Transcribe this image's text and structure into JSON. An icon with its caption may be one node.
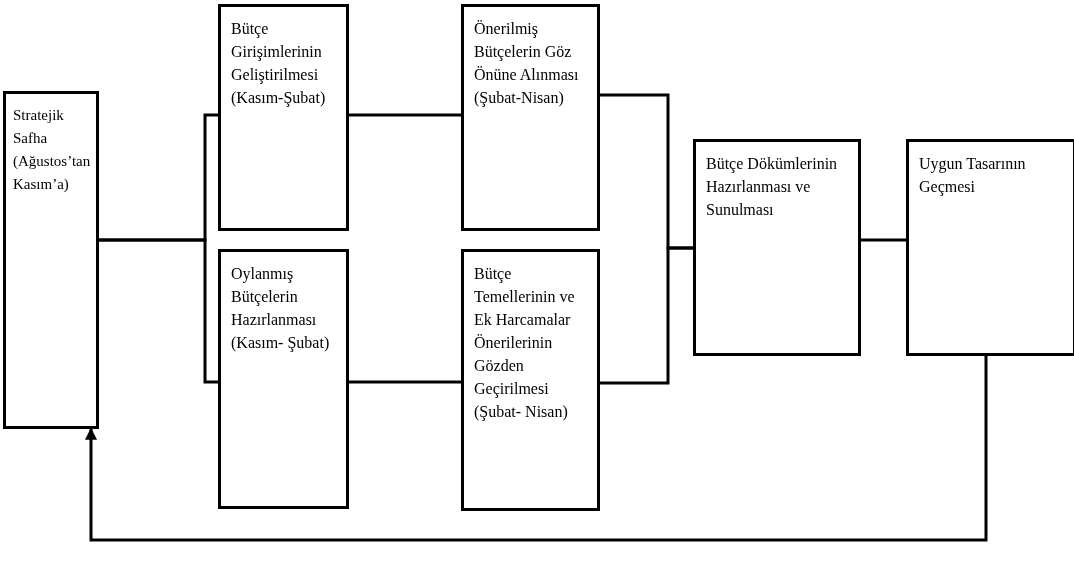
{
  "diagram": {
    "nodes": [
      {
        "text": [
          "Stratejik Safha (Ağustos’tan Kasım’a)"
        ]
      },
      {
        "text": [
          "Bütçe Girişimlerinin Geliştirilmesi (Kasım-Şubat)"
        ]
      },
      {
        "text": [
          "Önerilmiş Bütçelerin Göz Önüne Alınması (Şubat-Nisan)"
        ]
      },
      {
        "text": [
          "Oylanmış Bütçelerin Hazırlanması (Kasım- Şubat)"
        ]
      },
      {
        "text": [
          "Bütçe Temellerinin ve Ek Harcamalar Önerilerinin Gözden Geçirilmesi (Şubat- Nisan)"
        ]
      },
      {
        "text": [
          "Bütçe Dökümlerinin Hazırlanması ve Sunulması"
        ]
      },
      {
        "text": [
          "Uygun Tasarının Geçmesi"
        ]
      }
    ],
    "edges": [
      {
        "from": 0,
        "to": 1,
        "arrow": "none"
      },
      {
        "from": 0,
        "to": 3,
        "arrow": "none"
      },
      {
        "from": 1,
        "to": 2,
        "arrow": "none"
      },
      {
        "from": 3,
        "to": 4,
        "arrow": "none"
      },
      {
        "from": 2,
        "to": 5,
        "arrow": "none"
      },
      {
        "from": 4,
        "to": 5,
        "arrow": "none"
      },
      {
        "from": 5,
        "to": 6,
        "arrow": "none"
      },
      {
        "from": 6,
        "to": 0,
        "arrow": "to"
      }
    ]
  }
}
